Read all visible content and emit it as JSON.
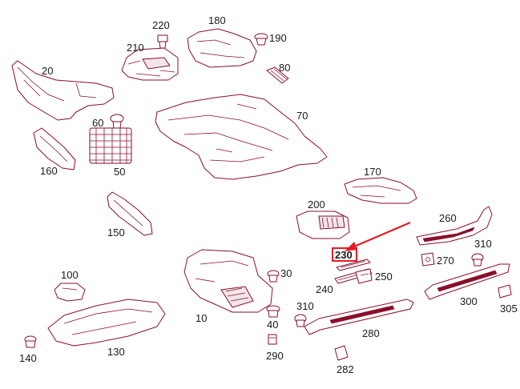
{
  "diagram": {
    "labels": {
      "p10": "10",
      "p20": "20",
      "p30": "30",
      "p40": "40",
      "p50": "50",
      "p60": "60",
      "p70": "70",
      "p80": "80",
      "p100": "100",
      "p130": "130",
      "p140": "140",
      "p150": "150",
      "p160": "160",
      "p170": "170",
      "p180": "180",
      "p190": "190",
      "p200": "200",
      "p210": "210",
      "p220": "220",
      "p230": "230",
      "p240": "240",
      "p250": "250",
      "p260": "260",
      "p270": "270",
      "p280": "280",
      "p282": "282",
      "p290": "290",
      "p300": "300",
      "p305": "305",
      "p310a": "310",
      "p310b": "310"
    },
    "highlighted_part": "230",
    "colors": {
      "line": "#8a0e2a",
      "highlight": "#e51c23",
      "background": "#ffffff"
    }
  }
}
